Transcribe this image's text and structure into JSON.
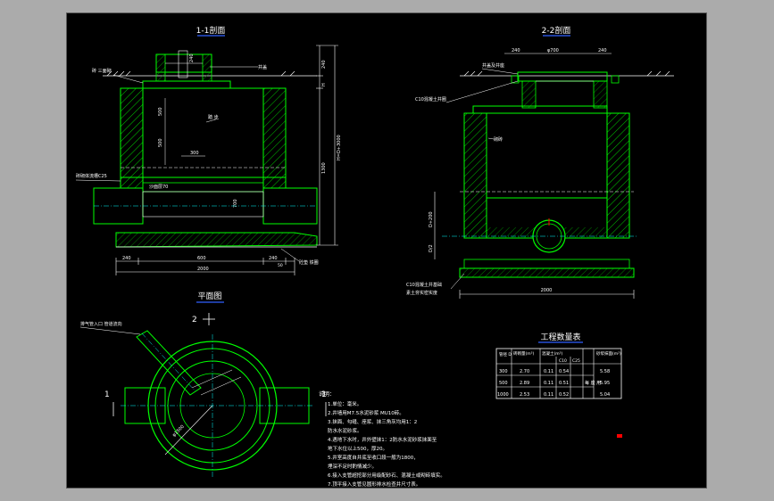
{
  "titles": {
    "section_1": "1-1剖面",
    "section_2": "2-2剖面",
    "plan": "平面图",
    "table": "工程数量表",
    "notes": "说明："
  },
  "labels": {
    "label_1_1": "砖 三面砌",
    "label_1_2": "井盖",
    "label_1_3": "踏 步",
    "label_1_4": "砖砌体流槽C25",
    "label_1_5": "沙面层70",
    "label_1_6": "砼垫 铁圈",
    "label_2_1": "井盖及井座",
    "label_2_2": "C10混凝土井圈",
    "label_2_3": "砌砖",
    "label_2_4": "C10混凝土井基础",
    "label_2_5": "素土夯实密实度",
    "label_plan_1": "排气管入口 管道流向",
    "marker_2": "2",
    "marker_1_left": "1",
    "marker_1_right": "1"
  },
  "dims": {
    "d_240a": "240",
    "d_240b": "240",
    "d_600": "600",
    "d_2000": "2000",
    "d_50": "50",
    "d_300": "300",
    "d_500a": "500",
    "d_500b": "500",
    "d_700": "700",
    "d_h1": "H=D+3000",
    "d_1300": "1300",
    "d_240v": "240",
    "d_ph": "φ700",
    "d_240c": "240",
    "d_240d": "240",
    "d_2000b": "2000",
    "d_d_200": "D+200",
    "d_d_2": "D/2",
    "d_1500": "φ1500",
    "d_ii": "H"
  },
  "table": {
    "headers": [
      "管径\nD",
      "砖砌量(m³)",
      "混凝土(m³)",
      "C10",
      "C25",
      "",
      "砂浆抹面(m²)"
    ],
    "sub_headers": [
      "",
      "砖砌",
      "混凝土",
      "C10",
      "C25",
      "",
      "(m²)"
    ],
    "rows": [
      [
        "300",
        "2.70",
        "0.11",
        "0.54",
        "",
        "5.58"
      ],
      [
        "500",
        "2.89",
        "0.11",
        "0.51",
        "",
        "5.95"
      ],
      [
        "1000",
        "2.53",
        "0.11",
        "0.52",
        "",
        "5.04"
      ]
    ],
    "merged_cell": "每\n座\n用"
  },
  "notes": [
    "1.单位：毫米。",
    "2.井墙用M7.5水泥砂浆 MU10砖。",
    "3.抹面、勾缝、座浆、抹三角灰均用1：2",
    "   防水水泥砂浆。",
    "4.遇地下水时，井外壁抹1：2防水水泥砂浆抹面至",
    "   地下水位以上500，厚20。",
    "5.井室高度自井底至收口段一般为1800，",
    "   埋深不足时酌情减少。",
    "6.接入支管超挖部分用级配砂石、混凝土或砌砖填实。",
    "7.顶平接入支管见圆形排水检查井尺寸表。"
  ],
  "colors": {
    "line_green": "#00ff00",
    "line_white": "#ffffff",
    "line_cyan": "#00ffff",
    "line_red": "#ff0000",
    "title_underline": "#3060ff"
  }
}
